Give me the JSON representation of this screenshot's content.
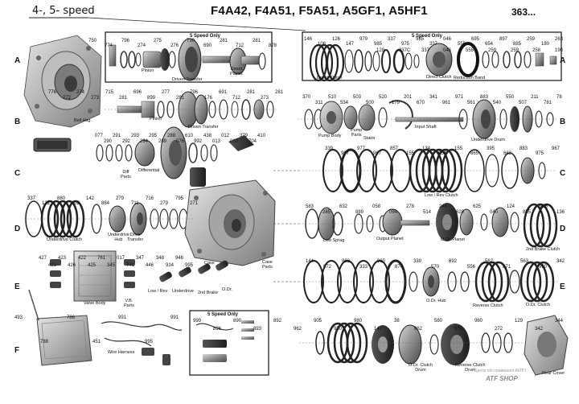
{
  "header": {
    "speed": "4-, 5- speed",
    "models": "F4A42, F4A51, F5A51, A5GF1, A5HF1",
    "page": "363..."
  },
  "rows": [
    "A",
    "B",
    "C",
    "D",
    "E",
    "F"
  ],
  "boxes": {
    "box1_title": "5 Speed Only",
    "box2_title": "5 Speed Only",
    "box3_title": "5 Speed Only"
  },
  "captions": {
    "bell_hsg": "Bell Hsg.",
    "pinion_a": "Pinion",
    "driven_transfer_a": "Driven Transfer",
    "direct_planet": "Direct\nPlanet",
    "direct_clutch_l": "Direct Clutch",
    "direct_clutch_r": "Direct Clutch",
    "reduction_band": "Reduction Band",
    "pinion_b": "Pinion",
    "driven_transfer_b": "Driven Transfer",
    "pump_body": "Pump Body",
    "pump_parts": "Pump\nParts",
    "stator": "Stator",
    "input_shaft": "Input Shaft",
    "underdrive_drum": "Underdrive Drum",
    "differential": "Differential",
    "diff_parts": "Diff\nParts",
    "low_rev_clutch": "Low / Rev Clutch",
    "underdrive_clutch": "Underdrive Clutch",
    "underdrive_hub": "Underdrive\nHub",
    "drive_transfer": "Drive\nTransfer",
    "low_sprag": "Low Sprag",
    "output_planet": "Output Planet",
    "od_planet": "O.Dr. Planet",
    "second_brake_clutch": "2nd Brake Clutch",
    "case": "Case",
    "case_parts": "Case\nParts",
    "low_rev": "Low / Rev",
    "underdrive": "Underdrive",
    "second_brake": "2nd Brake",
    "odr": "O.Dr.",
    "valve_body": "Valve Body",
    "vb_parts": "V.B.\nParts",
    "od_hub": "O.Dr. Hub",
    "reverse_clutch": "Reverse Clutch",
    "od_clutch_right": "O.Dr. Clutch",
    "wire_harness": "Wire Harness",
    "od_clutch_drum": "O.Dr. Clutch\nDrum",
    "reverse_clutch_drum": "Reverse Clutch\nDrum",
    "rear_cover": "Rear Cover"
  },
  "watermark": {
    "text": "ATF SHOP",
    "sub": "Центр обслуживания АКПП"
  },
  "part_numbers": {
    "a_left": [
      "750",
      "774",
      "796",
      "274",
      "275",
      "276",
      "730",
      "690",
      "281",
      "712",
      "281",
      "878"
    ],
    "a_right": [
      "146",
      "106",
      "126",
      "147",
      "979",
      "985",
      "337",
      "975",
      "985",
      "337",
      "046",
      "555",
      "695",
      "654",
      "897",
      "885",
      "259",
      "180",
      "263"
    ],
    "a_right2": [
      "128",
      "337C",
      "337",
      "046",
      "555",
      "259",
      "259",
      "258",
      "190"
    ],
    "b_left": [
      "776",
      "272",
      "274",
      "273",
      "715",
      "281",
      "696",
      "899",
      "277",
      "281",
      "796",
      "176",
      "691",
      "712",
      "281",
      "273",
      "281"
    ],
    "b_right": [
      "370",
      "311",
      "510",
      "534",
      "503",
      "500",
      "520",
      "179",
      "201",
      "670",
      "341",
      "961",
      "971",
      "561",
      "883",
      "540",
      "550",
      "507",
      "211",
      "781",
      "78"
    ],
    "c_left": [
      "077",
      "290",
      "291",
      "292",
      "293",
      "294",
      "295",
      "289",
      "288",
      "076",
      "610",
      "992",
      "438",
      "013",
      "012",
      "010",
      "379",
      "704",
      "410"
    ],
    "c_right": [
      "339",
      "967",
      "977",
      "967",
      "857",
      "155",
      "134",
      "854",
      "155",
      "865",
      "395",
      "662",
      "883",
      "975",
      "967"
    ],
    "d_left": [
      "337",
      "122",
      "880",
      "102",
      "142",
      "864",
      "279",
      "711",
      "716",
      "279",
      "795",
      "271"
    ],
    "d_right": [
      "583",
      "285",
      "632",
      "889",
      "058",
      "094",
      "278",
      "514",
      "246",
      "620",
      "625",
      "040",
      "124",
      "855",
      "968",
      "136"
    ],
    "e_left": [
      "427",
      "421",
      "423",
      "426",
      "422",
      "425",
      "761",
      "345",
      "017",
      "741",
      "347",
      "446",
      "348",
      "914",
      "946",
      "995"
    ],
    "e_right": [
      "144",
      "972",
      "962",
      "333",
      "960",
      "874",
      "339",
      "570",
      "892",
      "556",
      "562",
      "871",
      "563",
      "960",
      "342"
    ],
    "f_left": [
      "493",
      "788",
      "786",
      "451",
      "991",
      "995",
      "991"
    ],
    "f_right": [
      "999",
      "896",
      "890",
      "893",
      "892",
      "962",
      "905",
      "930",
      "980",
      "141",
      "38",
      "962",
      "560",
      "970",
      "960",
      "272",
      "129",
      "342",
      "344"
    ]
  }
}
